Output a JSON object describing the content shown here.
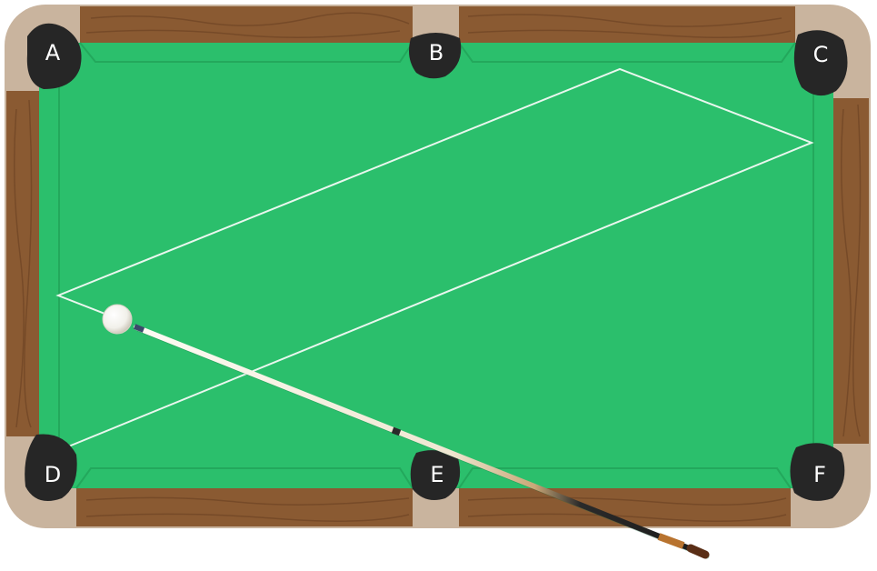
{
  "table": {
    "felt_color": "#2bbf6c",
    "felt_edge_color": "#23a85c",
    "rail_color": "#8a5a32",
    "corner_color": "#c9b49e",
    "pocket_color": "#262626",
    "trajectory_color": "#e9f7ee"
  },
  "pockets": [
    {
      "id": "A",
      "label": "A"
    },
    {
      "id": "B",
      "label": "B"
    },
    {
      "id": "C",
      "label": "C"
    },
    {
      "id": "D",
      "label": "D"
    },
    {
      "id": "E",
      "label": "E"
    },
    {
      "id": "F",
      "label": "F"
    }
  ],
  "cue_ball": {
    "color": "#f7f7f2"
  },
  "cue_stick": {
    "shaft_color": "#f3efe4",
    "butt_color": "#2a2a2a",
    "ferrule_color": "#6a3b1f"
  }
}
